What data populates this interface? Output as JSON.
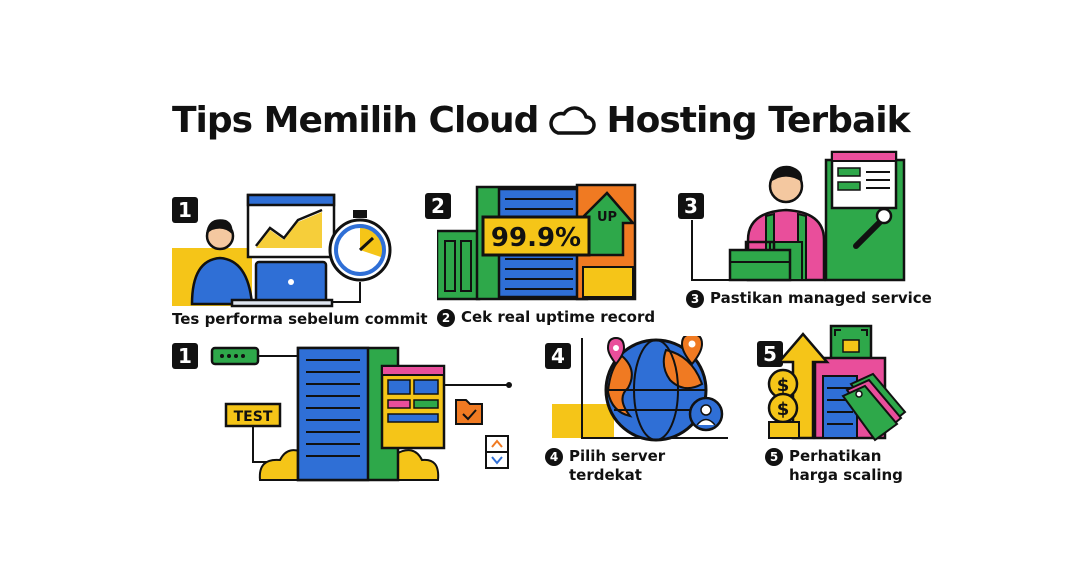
{
  "title": {
    "left": "Tips Memilih Cloud",
    "right": "Hosting Terbaik"
  },
  "tips": [
    {
      "badge": "1",
      "caption": "Tes performa sebelum commit"
    },
    {
      "badge": "2",
      "caption": "Cek real uptime record",
      "stat": "99.9%",
      "arrow_label": "UP"
    },
    {
      "badge": "3",
      "caption": "Pastikan managed service"
    },
    {
      "badge": "1",
      "tag": "TEST"
    },
    {
      "badge": "4",
      "caption": "Pilih server\nterdekat"
    },
    {
      "badge": "5",
      "caption": "Perhatikan\nharga scaling",
      "coin_symbol": "$"
    }
  ],
  "colors": {
    "yellow": "#F5C518",
    "blue": "#2F6FD6",
    "green": "#2EA84A",
    "orange": "#F07A22",
    "pink": "#E94E9B",
    "dark": "#111111"
  }
}
